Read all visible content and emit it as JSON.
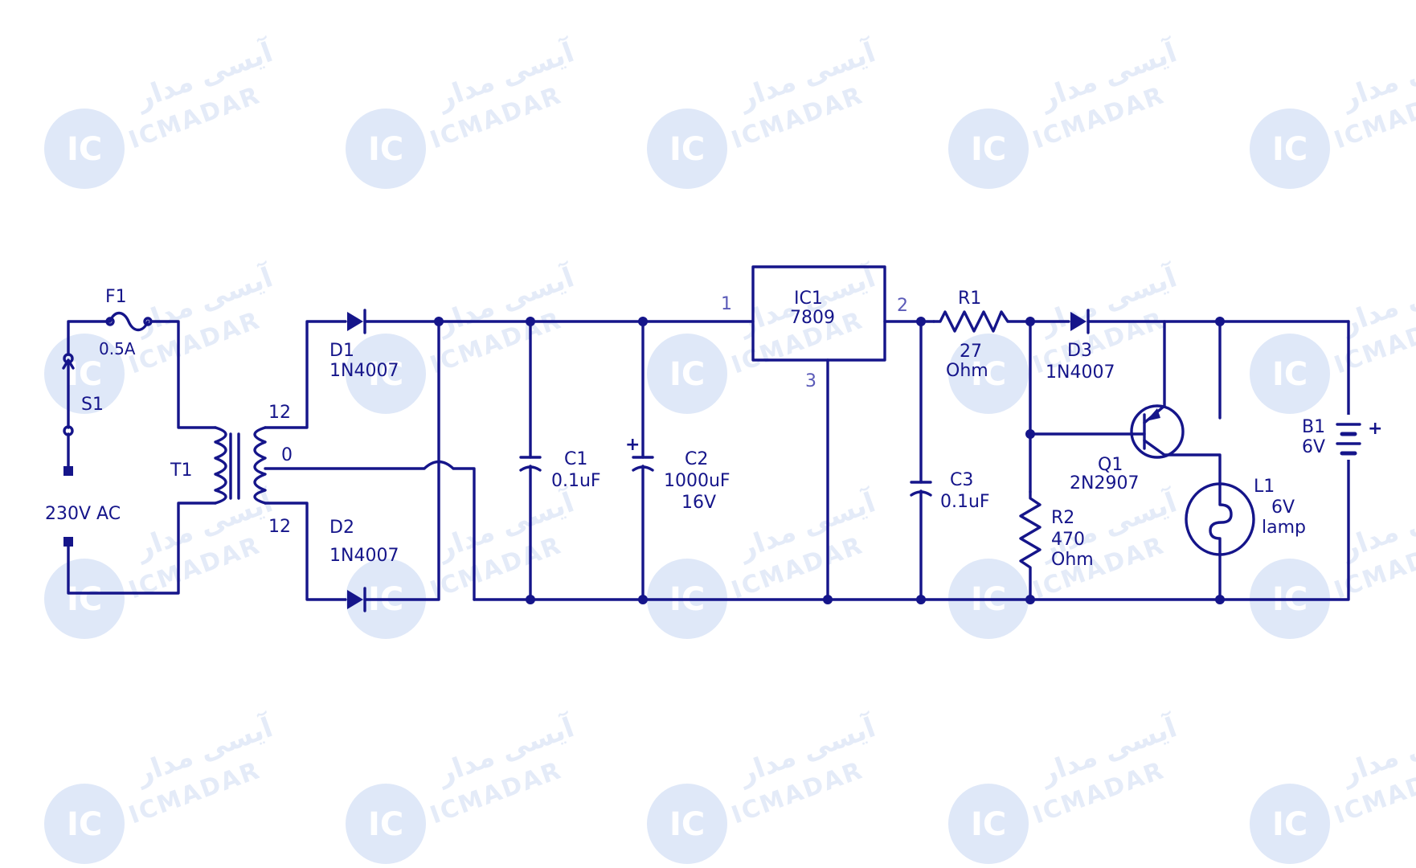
{
  "watermark": {
    "brand_latin": "ICMADAR",
    "brand_persian": "آیسی مدار",
    "logo_text": "IC"
  },
  "labels": {
    "f1": "F1",
    "f1_rating": "0.5A",
    "s1": "S1",
    "supply": "230V AC",
    "t1": "T1",
    "tap_top": "12",
    "tap_center": "0",
    "tap_bottom": "12",
    "d1": "D1",
    "d1_part": "1N4007",
    "d2": "D2",
    "d2_part": "1N4007",
    "c1": "C1",
    "c1_value": "0.1uF",
    "c2": "C2",
    "c2_value": "1000uF",
    "c2_voltage": "16V",
    "c2_polarity": "+",
    "ic1": "IC1",
    "ic1_part": "7809",
    "ic1_pin_in": "1",
    "ic1_pin_out": "2",
    "ic1_pin_gnd": "3",
    "c3": "C3",
    "c3_value": "0.1uF",
    "r1": "R1",
    "r1_value": "27",
    "r1_unit": "Ohm",
    "d3": "D3",
    "d3_part": "1N4007",
    "q1": "Q1",
    "q1_part": "2N2907",
    "r2": "R2",
    "r2_value": "470",
    "r2_unit": "Ohm",
    "l1": "L1",
    "l1_value": "6V",
    "l1_type": "lamp",
    "b1": "B1",
    "b1_value": "6V",
    "b1_polarity": "+"
  }
}
